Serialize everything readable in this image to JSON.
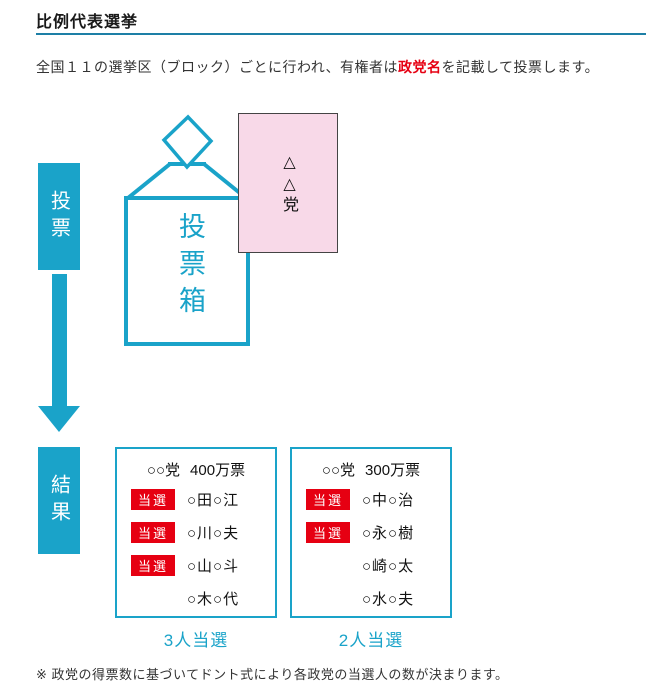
{
  "page": {
    "title": "比例代表選挙",
    "intro": {
      "before": "全国１１の選挙区（ブロック）ごとに行われ、有権者は",
      "highlight": "政党名",
      "after": "を記載して投票します。"
    },
    "footnote": "※ 政党の得票数に基づいてドント式により各政党の当選人の数が決まります。"
  },
  "flow": {
    "step_vote": "投票",
    "step_result": "結果",
    "ballot_box": "投票箱",
    "ballot_paper": "△△党"
  },
  "results": [
    {
      "party": "○○党",
      "votes": "400万票",
      "rows": [
        {
          "badge": "当選",
          "name": "○田○江"
        },
        {
          "badge": "当選",
          "name": "○川○夫"
        },
        {
          "badge": "当選",
          "name": "○山○斗"
        },
        {
          "badge": "",
          "name": "○木○代"
        }
      ],
      "summary": "3人当選"
    },
    {
      "party": "○○党",
      "votes": "300万票",
      "rows": [
        {
          "badge": "当選",
          "name": "○中○治"
        },
        {
          "badge": "当選",
          "name": "○永○樹"
        },
        {
          "badge": "",
          "name": "○崎○太"
        },
        {
          "badge": "",
          "name": "○水○夫"
        }
      ],
      "summary": "2人当選"
    }
  ],
  "colors": {
    "accent": "#1aa3c9",
    "title_rule": "#1d7fa6",
    "badge_red": "#e60012",
    "ballot_pink": "#f8d9e8"
  }
}
